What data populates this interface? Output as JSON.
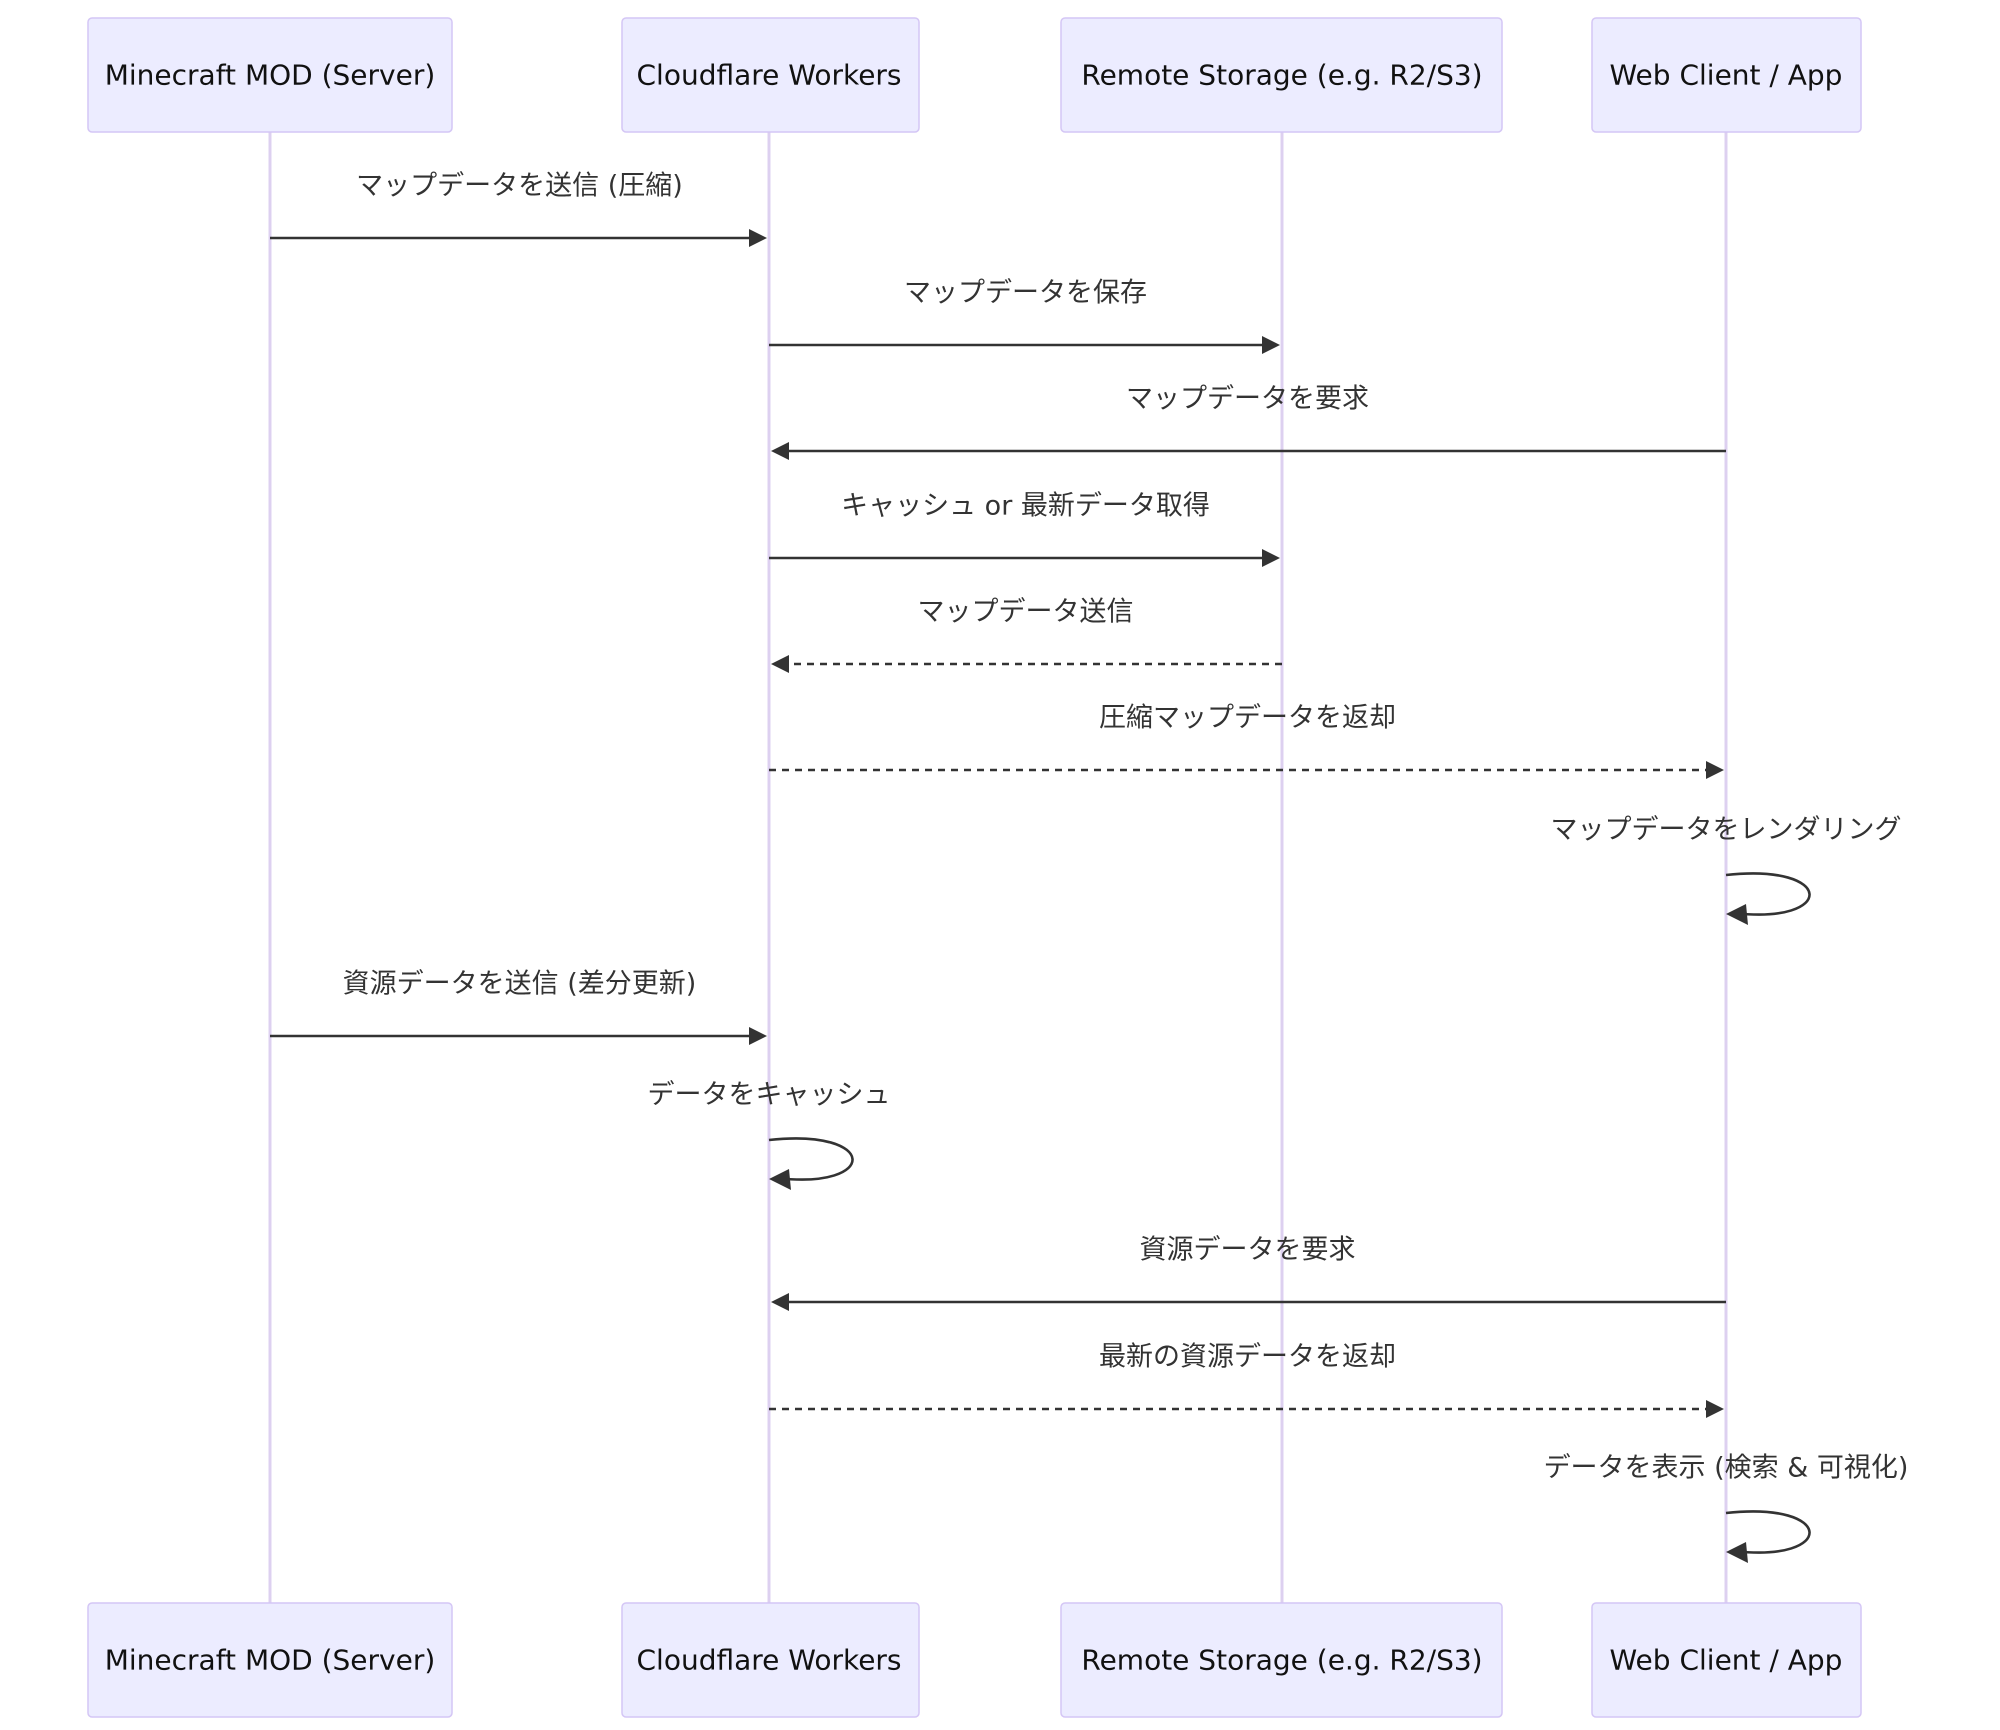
{
  "diagram": {
    "type": "sequence",
    "participants": [
      {
        "id": "mod",
        "label": "Minecraft MOD (Server)"
      },
      {
        "id": "workers",
        "label": "Cloudflare Workers"
      },
      {
        "id": "storage",
        "label": "Remote Storage (e.g. R2/S3)"
      },
      {
        "id": "web",
        "label": "Web Client / App"
      }
    ],
    "messages": [
      {
        "from": "mod",
        "to": "workers",
        "label": "マップデータを送信 (圧縮)",
        "style": "solid"
      },
      {
        "from": "workers",
        "to": "storage",
        "label": "マップデータを保存",
        "style": "solid"
      },
      {
        "from": "web",
        "to": "workers",
        "label": "マップデータを要求",
        "style": "solid"
      },
      {
        "from": "workers",
        "to": "storage",
        "label": "キャッシュ or 最新データ取得",
        "style": "solid"
      },
      {
        "from": "storage",
        "to": "workers",
        "label": "マップデータ送信",
        "style": "dashed"
      },
      {
        "from": "workers",
        "to": "web",
        "label": "圧縮マップデータを返却",
        "style": "dashed"
      },
      {
        "from": "web",
        "to": "web",
        "label": "マップデータをレンダリング",
        "style": "solid"
      },
      {
        "from": "mod",
        "to": "workers",
        "label": "資源データを送信 (差分更新)",
        "style": "solid"
      },
      {
        "from": "workers",
        "to": "workers",
        "label": "データをキャッシュ",
        "style": "solid"
      },
      {
        "from": "web",
        "to": "workers",
        "label": "資源データを要求",
        "style": "solid"
      },
      {
        "from": "workers",
        "to": "web",
        "label": "最新の資源データを返却",
        "style": "dashed"
      },
      {
        "from": "web",
        "to": "web",
        "label": "データを表示 (検索 & 可視化)",
        "style": "solid"
      }
    ]
  },
  "colors": {
    "actor_fill": "#ececff",
    "actor_border": "#d4c6f5",
    "lifeline": "#ddd0f0",
    "message_line": "#333333",
    "text": "#333333"
  }
}
